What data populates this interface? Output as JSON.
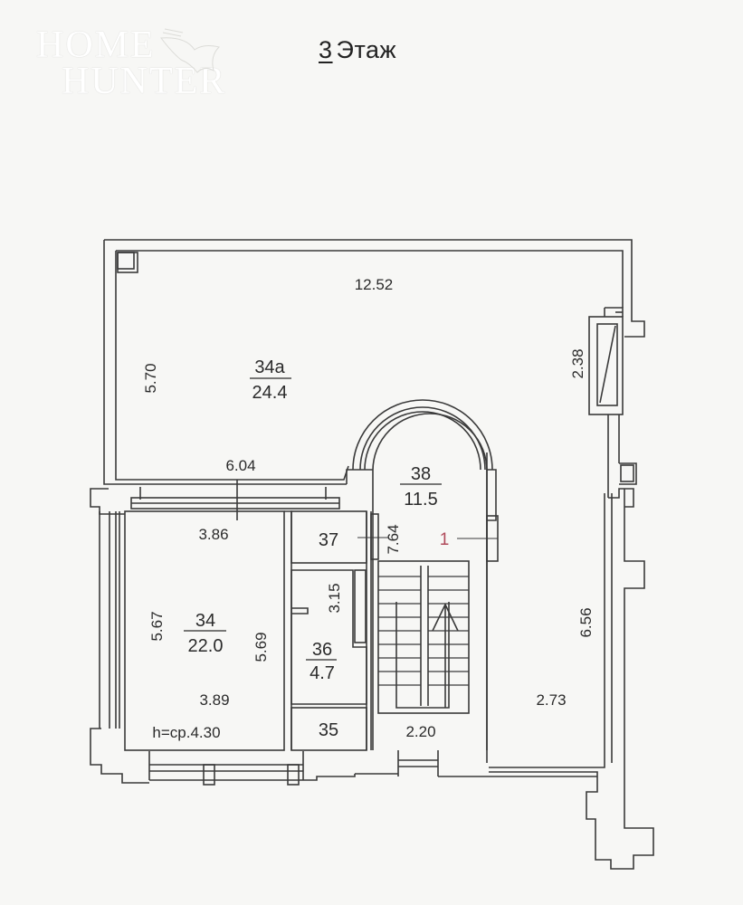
{
  "watermark": {
    "line1": "HOME",
    "line2": "HUNTER",
    "icon": "bird-icon"
  },
  "title": {
    "floor_number": "3",
    "label": "Этаж"
  },
  "rooms": [
    {
      "id": "34a",
      "area": "24.4"
    },
    {
      "id": "34",
      "area": "22.0"
    },
    {
      "id": "35",
      "area": ""
    },
    {
      "id": "36",
      "area": "4.7"
    },
    {
      "id": "37",
      "area": ""
    },
    {
      "id": "38",
      "area": "11.5"
    }
  ],
  "dimensions": {
    "room34a_top": "12.52",
    "room34a_left": "5.70",
    "room34a_bottom": "6.04",
    "right_upper": "2.38",
    "room34_top": "3.86",
    "room34_left": "5.67",
    "room34_right": "5.69",
    "room34_bottom": "3.89",
    "room34_height": "h=ср.4.30",
    "room36_height": "3.15",
    "room38_length": "7.64",
    "stair_width": "2.20",
    "right_lower": "6.56",
    "right_bottom": "2.73"
  },
  "markers": {
    "section_mark": "1"
  },
  "colors": {
    "line": "#3a3a3a",
    "background": "#f7f7f5",
    "marker": "#b04a5a"
  }
}
